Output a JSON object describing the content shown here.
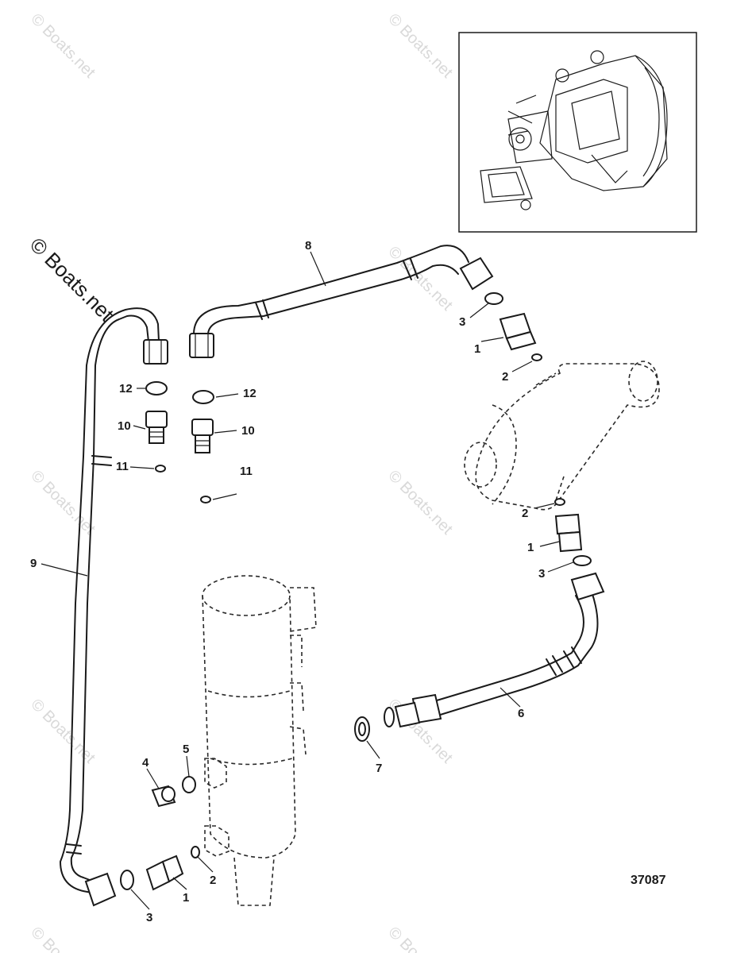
{
  "watermark": {
    "text": "© Boats.net"
  },
  "diagram_number": "37087",
  "callouts": {
    "c1a": "1",
    "c1b": "1",
    "c1c": "1",
    "c2a": "2",
    "c2b": "2",
    "c2c": "2",
    "c3a": "3",
    "c3b": "3",
    "c3c": "3",
    "c4": "4",
    "c5": "5",
    "c6": "6",
    "c7": "7",
    "c8": "8",
    "c9": "9",
    "c10a": "10",
    "c10b": "10",
    "c11a": "11",
    "c11b": "11",
    "c12a": "12",
    "c12b": "12"
  },
  "colors": {
    "line": "#1a1a1a",
    "watermark": "#d9d9d9",
    "background": "#ffffff"
  }
}
